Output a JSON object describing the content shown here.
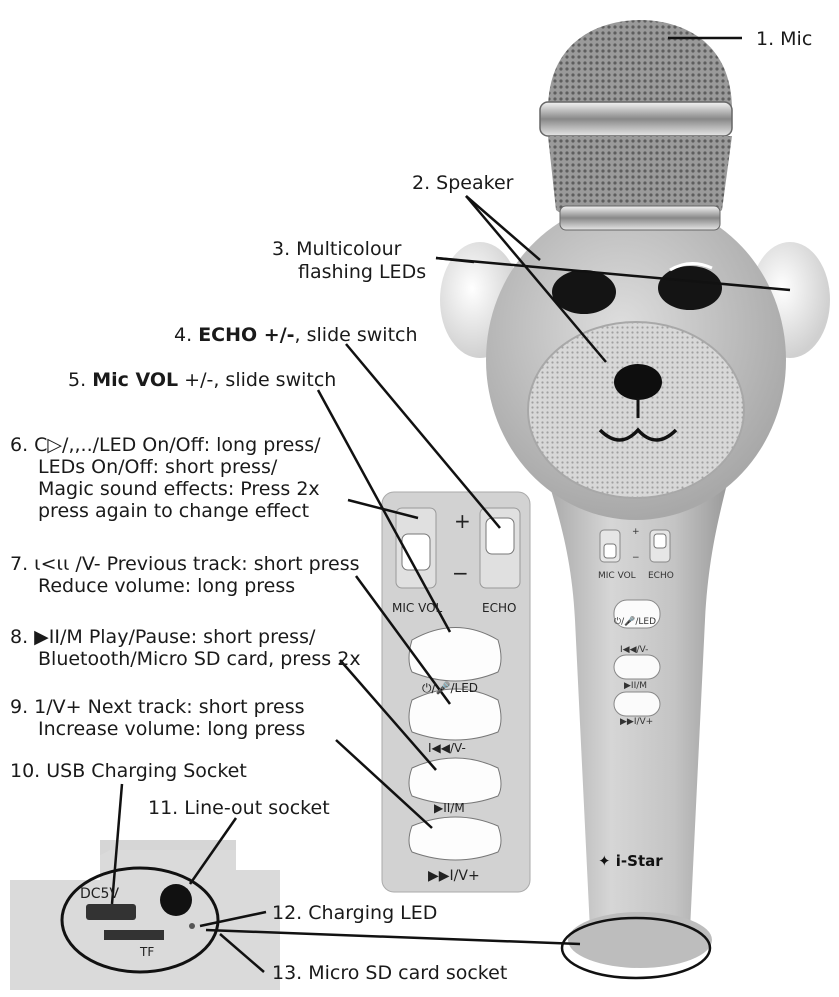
{
  "labels": {
    "mic": "1. Mic",
    "speaker": "2. Speaker",
    "leds_1": "3. Multicolour",
    "leds_2": "flashing LEDs",
    "echo_num": "4.",
    "echo_bold": "ECHO +/-",
    "echo_rest": ", slide switch",
    "micvol_num": "5.",
    "micvol_bold": "Mic VOL",
    "micvol_rest": " +/-, slide switch",
    "led_btn_1": "6. C▷/,,../LED On/Off: long press/",
    "led_btn_2": "LEDs On/Off: short press/",
    "led_btn_3": "Magic sound effects: Press 2x",
    "led_btn_4": "press again to change effect",
    "prev_1": "7. ι<ιι /V- Previous track: short press",
    "prev_2": "Reduce volume: long press",
    "play_1": "8. ▶II/M Play/Pause: short press/",
    "play_2": "Bluetooth/Micro SD card, press 2x",
    "next_1": "9.  1/V+    Next track: short press",
    "next_2": "Increase volume: long press",
    "usb": "10. USB Charging Socket",
    "lineout": "11. Line-out socket",
    "charging_led": "12. Charging LED",
    "sd": "13. Micro SD card socket"
  },
  "panel": {
    "plus": "+",
    "minus": "−",
    "mic_vol": "MIC VOL",
    "echo": "ECHO",
    "btn_led": "⏻/🎤/LED",
    "btn_prev": "I◀◀/V-",
    "btn_play": "▶II/M",
    "btn_next": "▶▶I/V+"
  },
  "device": {
    "mini_plus": "+",
    "mini_minus": "−",
    "mini_micvol": "MIC VOL",
    "mini_echo": "ECHO",
    "mini_led": "⏻/🎤/LED",
    "mini_prev": "I◀◀/V-",
    "mini_play": "▶II/M",
    "mini_next": "▶▶I/V+",
    "brand": "✦ i-Star"
  },
  "inset": {
    "dc": "DC5V",
    "tf": "TF"
  },
  "colors": {
    "body": "#c4c4c4",
    "body_dark": "#9e9e9e",
    "panel": "#d3d3d3",
    "grille": "#8a8a8a"
  }
}
